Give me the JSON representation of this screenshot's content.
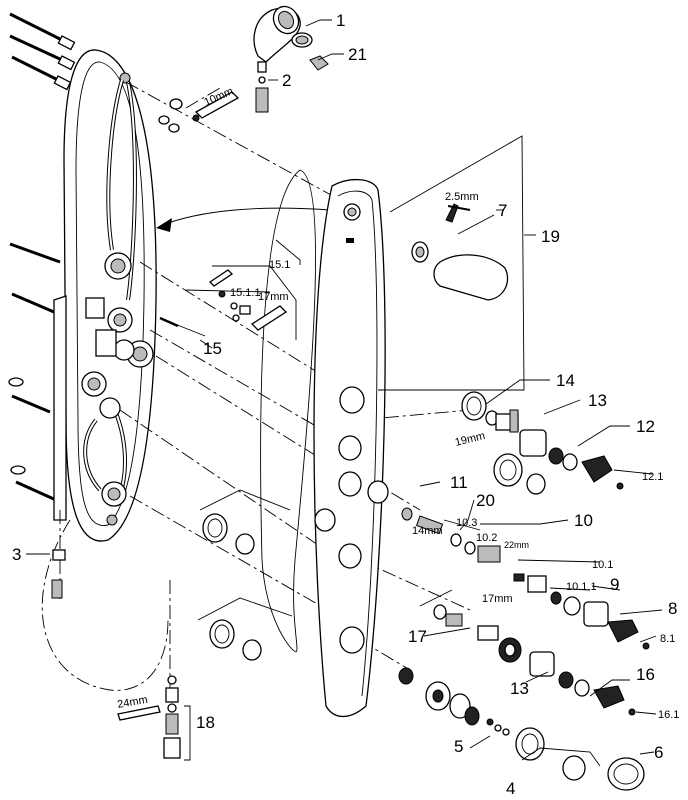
{
  "labels": {
    "n1": "1",
    "n2": "2",
    "n3": "3",
    "n4": "4",
    "n5": "5",
    "n6": "6",
    "n7": "7",
    "n8": "8",
    "n8_1": "8.1",
    "n9": "9",
    "n10": "10",
    "n10_1": "10.1",
    "n10_1_1": "10.1.1",
    "n10_2": "10.2",
    "n10_3": "10.3",
    "n11": "11",
    "n12": "12",
    "n12_1": "12.1",
    "n13a": "13",
    "n13b": "13",
    "n14": "14",
    "n15": "15",
    "n15_1": "15.1",
    "n15_1_1": "15.1.1",
    "n16": "16",
    "n16_1": "16.1",
    "n17": "17",
    "n18": "18",
    "n19": "19",
    "n20": "20",
    "n21": "21"
  },
  "tool_sizes": {
    "t10mm": "10mm",
    "t2_5mm": "2.5mm",
    "t17mm_a": "17mm",
    "t19mm": "19mm",
    "t14mm": "14mm",
    "t22mm": "22mm",
    "t17mm_b": "17mm",
    "t24mm": "24mm"
  }
}
